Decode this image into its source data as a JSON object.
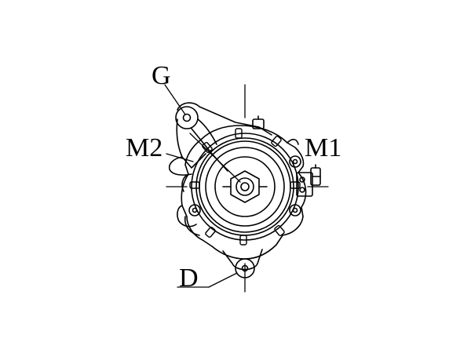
{
  "labels": {
    "g": "G",
    "m2": "M2",
    "m1": "M1",
    "d": "D"
  },
  "colors": {
    "stroke": "#000000",
    "background": "#ffffff"
  }
}
